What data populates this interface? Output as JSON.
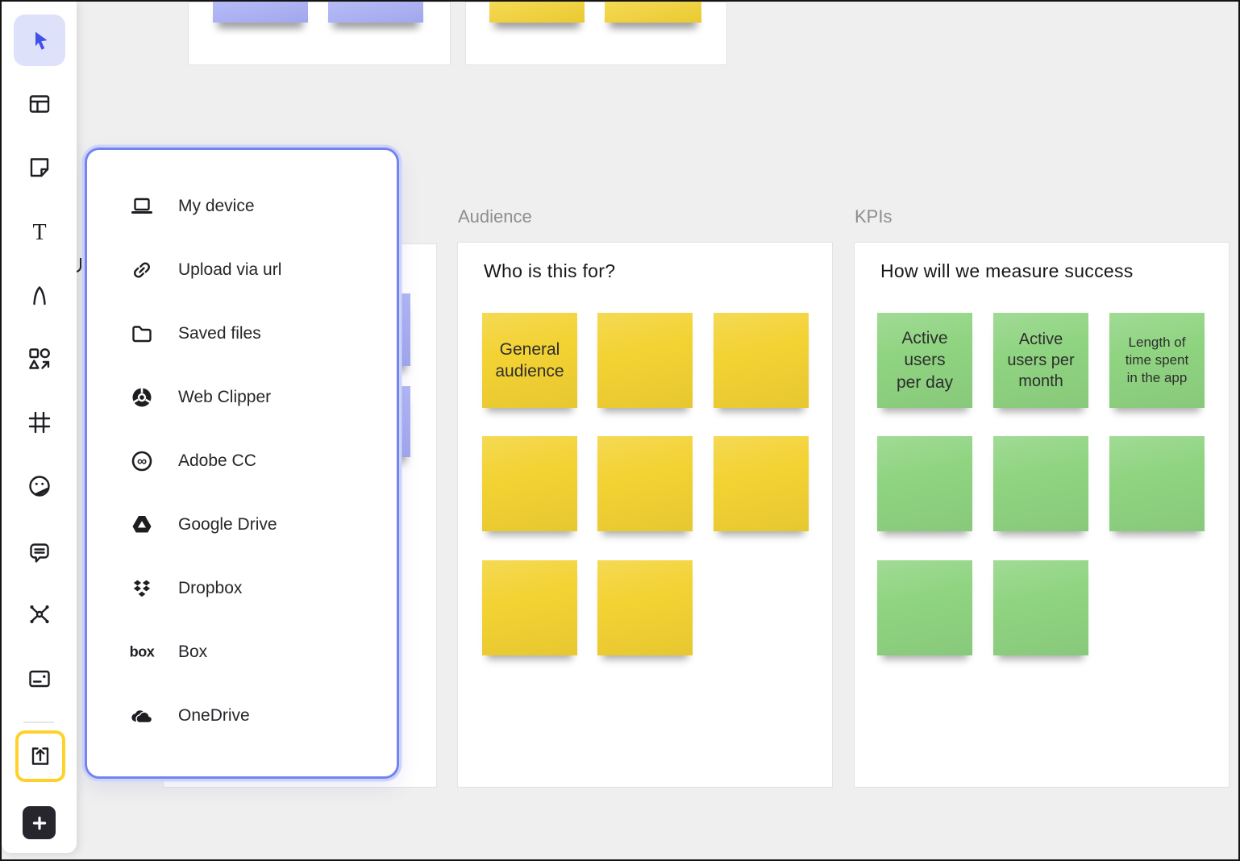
{
  "toolbar": {
    "tools": [
      {
        "id": "select",
        "icon": "cursor-icon",
        "selected": true,
        "highlighted": false
      },
      {
        "id": "templates",
        "icon": "templates-icon",
        "selected": false,
        "highlighted": false
      },
      {
        "id": "sticky-note",
        "icon": "sticky-note-icon",
        "selected": false,
        "highlighted": false
      },
      {
        "id": "text",
        "icon": "text-icon",
        "selected": false,
        "highlighted": false
      },
      {
        "id": "pen",
        "icon": "pen-icon",
        "selected": false,
        "highlighted": false
      },
      {
        "id": "shapes",
        "icon": "shapes-icon",
        "selected": false,
        "highlighted": false
      },
      {
        "id": "frame",
        "icon": "frame-icon",
        "selected": false,
        "highlighted": false
      },
      {
        "id": "sticker",
        "icon": "sticker-icon",
        "selected": false,
        "highlighted": false
      },
      {
        "id": "comment",
        "icon": "comment-icon",
        "selected": false,
        "highlighted": false
      },
      {
        "id": "connector",
        "icon": "connector-icon",
        "selected": false,
        "highlighted": false
      },
      {
        "id": "card",
        "icon": "card-icon",
        "selected": false,
        "highlighted": false
      },
      {
        "id": "upload",
        "icon": "upload-icon",
        "selected": false,
        "highlighted": true
      },
      {
        "id": "add",
        "icon": "plus-icon",
        "selected": false,
        "highlighted": false
      }
    ]
  },
  "upload_menu": {
    "items": [
      {
        "id": "my-device",
        "label": "My device",
        "icon": "laptop-icon"
      },
      {
        "id": "upload-via-url",
        "label": "Upload via url",
        "icon": "link-icon"
      },
      {
        "id": "saved-files",
        "label": "Saved files",
        "icon": "folder-icon"
      },
      {
        "id": "web-clipper",
        "label": "Web Clipper",
        "icon": "chrome-icon"
      },
      {
        "id": "adobe-cc",
        "label": "Adobe CC",
        "icon": "adobe-cc-icon"
      },
      {
        "id": "google-drive",
        "label": "Google Drive",
        "icon": "google-drive-icon"
      },
      {
        "id": "dropbox",
        "label": "Dropbox",
        "icon": "dropbox-icon"
      },
      {
        "id": "box",
        "label": "Box",
        "icon": "box-icon"
      },
      {
        "id": "onedrive",
        "label": "OneDrive",
        "icon": "onedrive-icon"
      }
    ]
  },
  "board": {
    "sections": [
      {
        "id": "audience",
        "label": "Audience",
        "heading": "Who is this for?",
        "note_color": "#F3D233",
        "rows": [
          [
            {
              "text": "General\naudience",
              "size": "lg"
            },
            {
              "text": "",
              "size": "lg"
            },
            {
              "text": "",
              "size": "lg"
            }
          ],
          [
            {
              "text": "",
              "size": "lg"
            },
            {
              "text": "",
              "size": "lg"
            },
            {
              "text": "",
              "size": "lg"
            }
          ],
          [
            {
              "text": "",
              "size": "lg"
            },
            {
              "text": "",
              "size": "lg"
            }
          ]
        ]
      },
      {
        "id": "kpis",
        "label": "KPIs",
        "heading": "How will we measure success",
        "note_color": "#8FD481",
        "rows": [
          [
            {
              "text": "Active\nusers\nper day",
              "size": "lg"
            },
            {
              "text": "Active\nusers per\nmonth",
              "size": "md"
            },
            {
              "text": "Length of\ntime spent\nin the app",
              "size": "sm"
            }
          ],
          [
            {
              "text": "",
              "size": "lg"
            },
            {
              "text": "",
              "size": "lg"
            },
            {
              "text": "",
              "size": "lg"
            }
          ],
          [
            {
              "text": "",
              "size": "lg"
            },
            {
              "text": "",
              "size": "lg"
            }
          ]
        ]
      }
    ]
  },
  "colors": {
    "accent_blue": "#4252E8",
    "menu_border": "#7384F1",
    "highlight_yellow": "#FFD12B",
    "yellow_note": "#F3D233",
    "green_note": "#8FD481",
    "purple_note": "#A8AEF6",
    "canvas": "#EFEFEF"
  }
}
